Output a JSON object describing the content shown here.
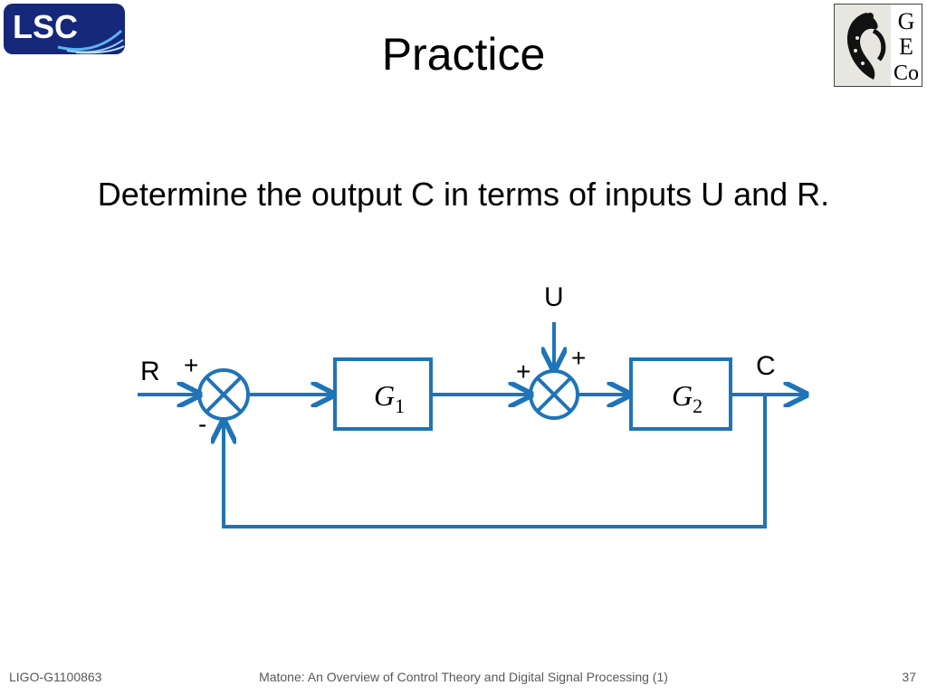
{
  "header": {
    "lsc_logo_text": "LSC",
    "geco_logo_letters": [
      "G",
      "E",
      "Co"
    ],
    "title": "Practice"
  },
  "question": "Determine the output C in terms of inputs U and R.",
  "diagram": {
    "input_r": "R",
    "input_u": "U",
    "output_c": "C",
    "sum1_plus": "+",
    "sum1_minus": "-",
    "sum2_plus_left": "+",
    "sum2_plus_top": "+",
    "block1": {
      "base": "G",
      "sub": "1"
    },
    "block2": {
      "base": "G",
      "sub": "2"
    },
    "line_color": "#1f74b8"
  },
  "footer": {
    "doc_id": "LIGO-G1100863",
    "caption": "Matone: An Overview of Control Theory and Digital Signal Processing (1)",
    "page": "37"
  }
}
